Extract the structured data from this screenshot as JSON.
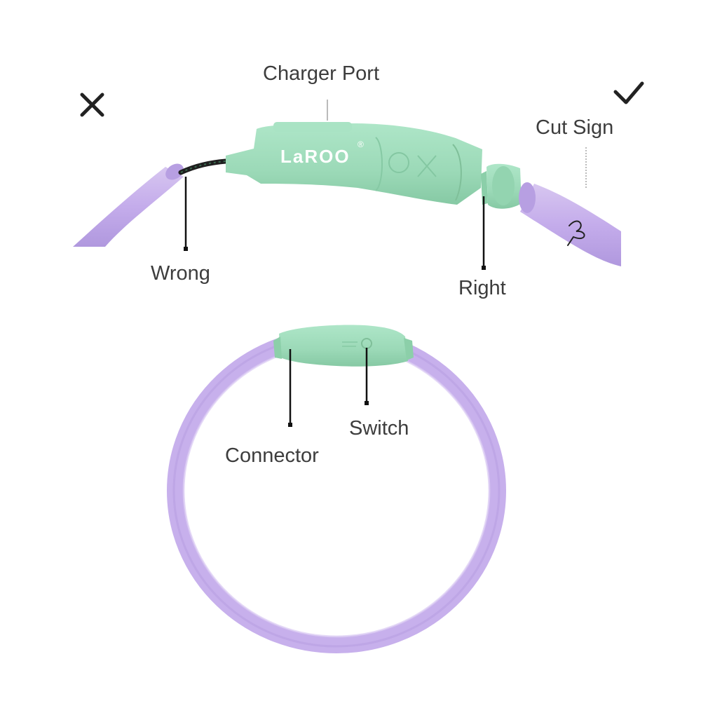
{
  "labels": {
    "charger_port": "Charger Port",
    "cut_sign": "Cut Sign",
    "wrong": "Wrong",
    "right": "Right",
    "connector": "Connector",
    "switch": "Switch"
  },
  "brand": {
    "logo_text": "LaROO",
    "registered_mark": "®"
  },
  "marks": {
    "wrong_icon": "x-mark-icon",
    "right_icon": "check-mark-icon"
  },
  "colors": {
    "tube": "#c9b3ea",
    "tube_shade": "#a98fd9",
    "connector_body": "#9fdcbb",
    "connector_dark": "#7fc6a0",
    "label_text": "#3d3d3d",
    "leader_line": "#111111"
  }
}
